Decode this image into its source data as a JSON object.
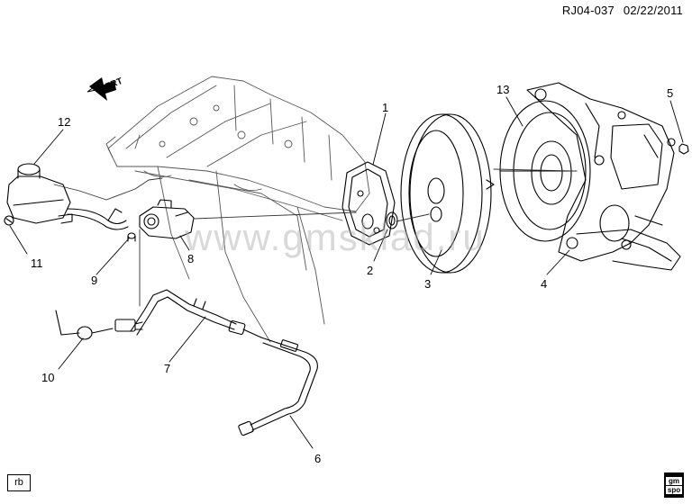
{
  "header": {
    "code": "RJ04-037",
    "date": "02/22/2011"
  },
  "footer": {
    "box_label": "rb",
    "logo_line1": "gm",
    "logo_line2": "spo"
  },
  "watermark": "www.gmsklad.ru",
  "front_indicator": {
    "label": "FRT",
    "icon": "front-arrow-icon"
  },
  "callouts": [
    {
      "id": "1",
      "label": "1"
    },
    {
      "id": "2",
      "label": "2"
    },
    {
      "id": "3",
      "label": "3"
    },
    {
      "id": "4",
      "label": "4"
    },
    {
      "id": "5",
      "label": "5"
    },
    {
      "id": "6",
      "label": "6"
    },
    {
      "id": "7",
      "label": "7"
    },
    {
      "id": "8",
      "label": "8"
    },
    {
      "id": "9",
      "label": "9"
    },
    {
      "id": "10",
      "label": "10"
    },
    {
      "id": "11",
      "label": "11"
    },
    {
      "id": "12",
      "label": "12"
    },
    {
      "id": "13",
      "label": "13"
    }
  ]
}
